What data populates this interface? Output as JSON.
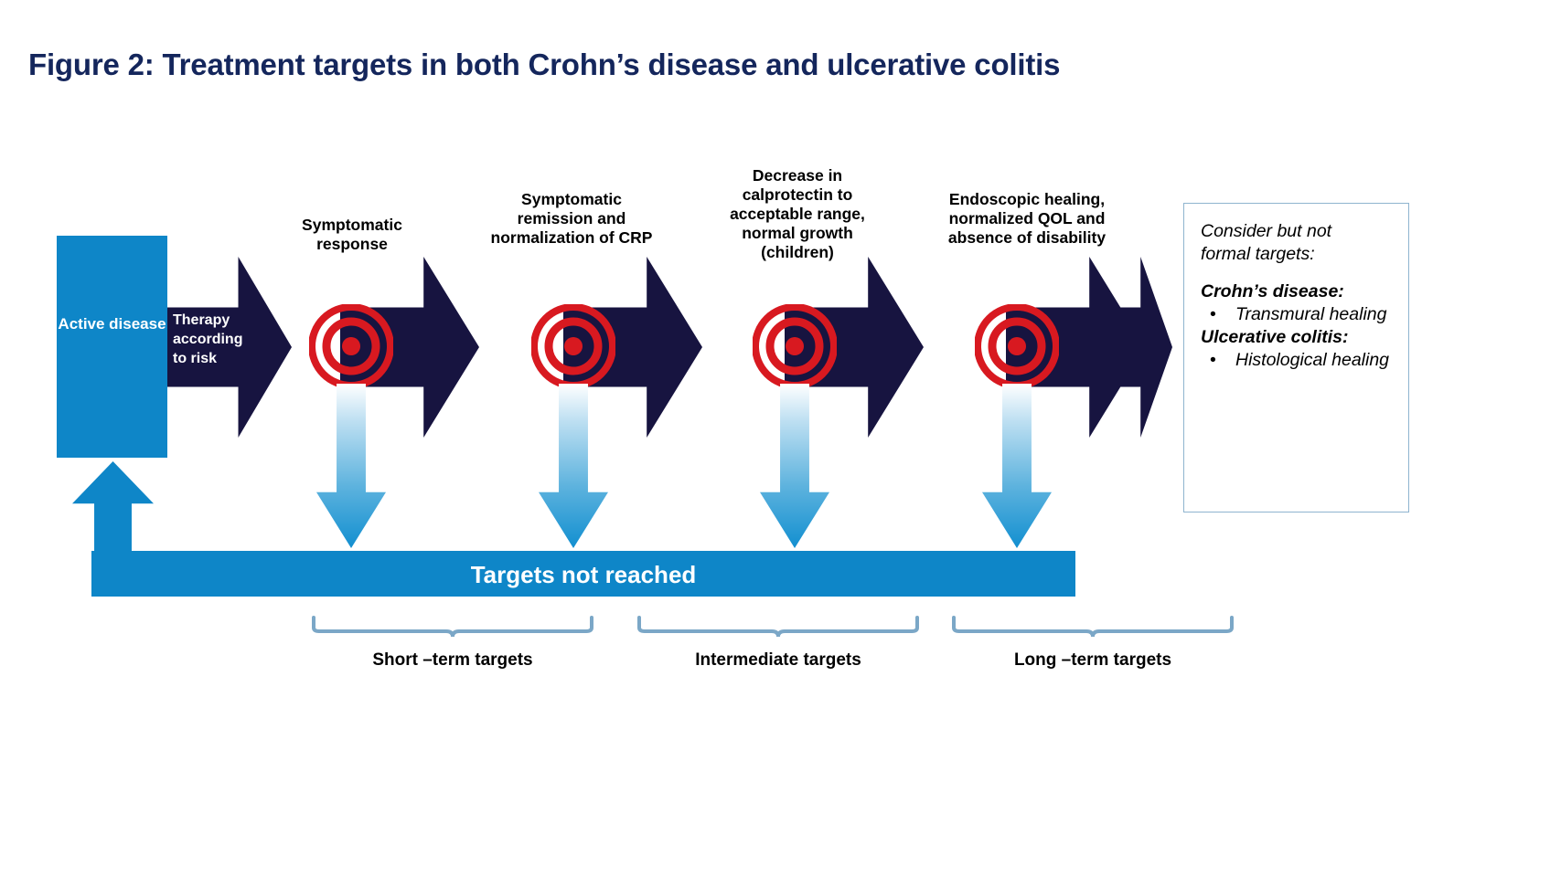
{
  "title": "Figure 2: Treatment targets in both Crohn’s disease and ulcerative colitis",
  "start": {
    "label": "Active disease",
    "color": "#0e86c8"
  },
  "therapy_arrow": {
    "label": "Therapy according to risk",
    "color": "#171440"
  },
  "stages": [
    {
      "header": "Symptomatic response",
      "icon": "target-icon"
    },
    {
      "header": "Symptomatic remission and normalization of CRP",
      "icon": "target-icon"
    },
    {
      "header": "Decrease in calprotectin to acceptable range, normal growth (children)",
      "icon": "target-icon"
    },
    {
      "header": "Endoscopic healing, normalized QOL and absence  of disability",
      "icon": "target-icon"
    }
  ],
  "feedback": {
    "label": "Targets not reached",
    "color": "#0e86c8",
    "down_arrow_icon": "down-arrow-icon",
    "up_arrow_icon": "up-arrow-icon"
  },
  "brackets": [
    {
      "label": "Short –term targets"
    },
    {
      "label": "Intermediate targets"
    },
    {
      "label": "Long –term targets"
    }
  ],
  "info_box": {
    "intro_line1": "Consider but not",
    "intro_line2": "formal targets:",
    "cd_heading": "Crohn’s disease:",
    "cd_items": [
      "Transmural healing"
    ],
    "uc_heading": "Ulcerative colitis:",
    "uc_items": [
      "Histological healing"
    ],
    "border_color": "#8fb4cf"
  },
  "colors": {
    "navy": "#171440",
    "blue": "#0e86c8",
    "title_blue": "#14265c",
    "target_red": "#d81920"
  }
}
